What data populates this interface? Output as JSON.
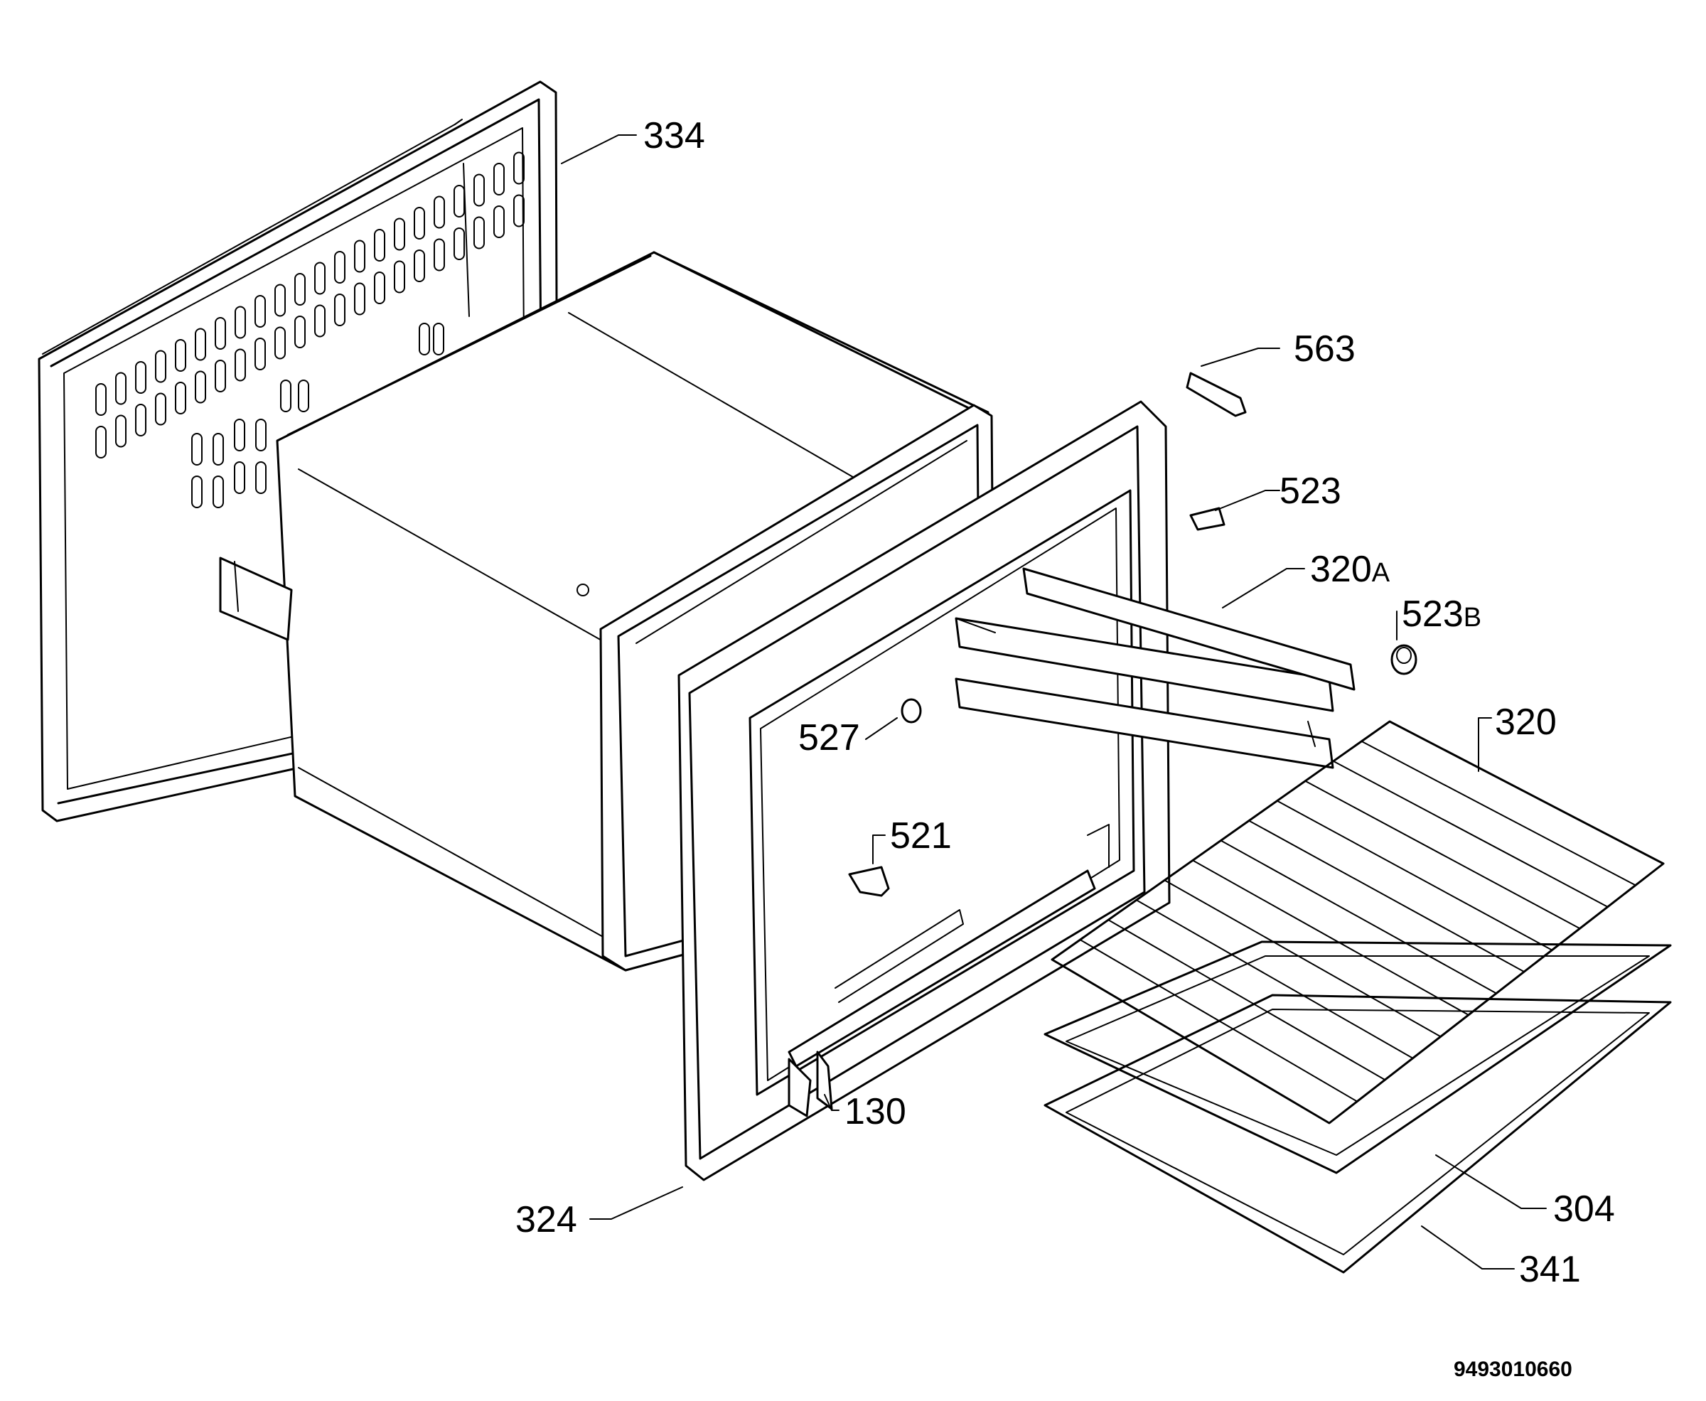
{
  "labels": {
    "p334": "334",
    "p563": "563",
    "p523": "523",
    "p320a_num": "320",
    "p320a_suf": "A",
    "p523b_num": "523",
    "p523b_suf": "B",
    "p320": "320",
    "p527": "527",
    "p521": "521",
    "p130": "130",
    "p324": "324",
    "p304": "304",
    "p341": "341"
  },
  "drawing_code": "9493010660"
}
